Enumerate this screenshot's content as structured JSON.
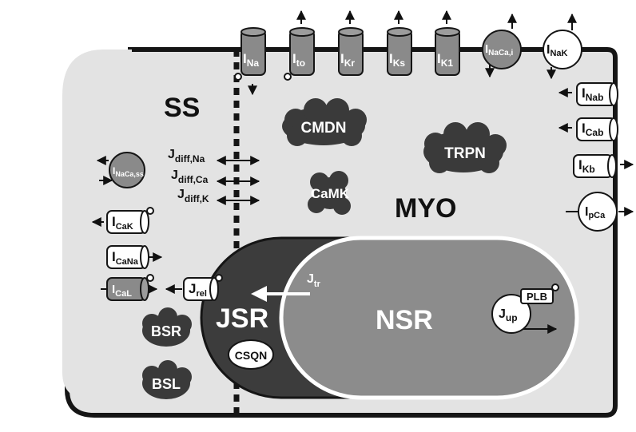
{
  "compartments": {
    "ss": "SS",
    "myo": "MYO",
    "jsr": "JSR",
    "nsr": "NSR"
  },
  "buffers": {
    "cmdn": "CMDN",
    "trpn": "TRPN",
    "camk": "CaMK",
    "csqn": "CSQN",
    "bsr": "BSR",
    "bsl": "BSL"
  },
  "top_channels": [
    {
      "base": "I",
      "sub": "Na"
    },
    {
      "base": "I",
      "sub": "to"
    },
    {
      "base": "I",
      "sub": "Kr"
    },
    {
      "base": "I",
      "sub": "Ks"
    },
    {
      "base": "I",
      "sub": "K1"
    }
  ],
  "top_exchangers": [
    {
      "base": "I",
      "sub": "NaCa,i"
    },
    {
      "base": "I",
      "sub": "NaK"
    }
  ],
  "right_channels": [
    {
      "base": "I",
      "sub": "Nab"
    },
    {
      "base": "I",
      "sub": "Cab"
    },
    {
      "base": "I",
      "sub": "Kb"
    },
    {
      "base": "I",
      "sub": "pCa"
    }
  ],
  "left_channels": [
    {
      "base": "I",
      "sub": "NaCa,ss"
    },
    {
      "base": "I",
      "sub": "CaK"
    },
    {
      "base": "I",
      "sub": "CaNa"
    },
    {
      "base": "I",
      "sub": "CaL"
    }
  ],
  "fluxes": {
    "diff_na": {
      "base": "J",
      "sub": "diff,Na"
    },
    "diff_ca": {
      "base": "J",
      "sub": "diff,Ca"
    },
    "diff_k": {
      "base": "J",
      "sub": "diff,K"
    },
    "rel": {
      "base": "J",
      "sub": "rel"
    },
    "tr": {
      "base": "J",
      "sub": "tr"
    },
    "up": {
      "base": "J",
      "sub": "up"
    },
    "plb": "PLB"
  }
}
